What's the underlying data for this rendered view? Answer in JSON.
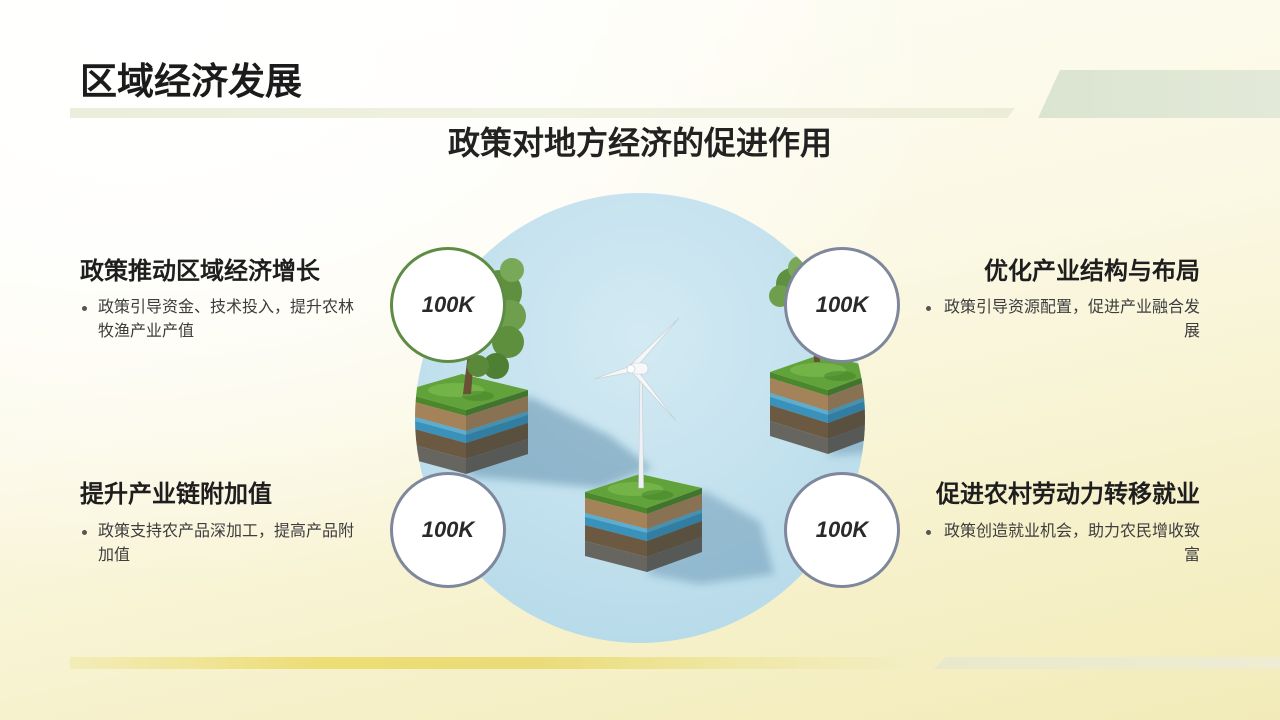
{
  "slide": {
    "title": "区域经济发展",
    "subtitle": "政策对地方经济的促进作用"
  },
  "points": [
    {
      "heading": "政策推动区域经济增长",
      "bullet": "政策引导资金、技术投入，提升农林牧渔产业产值",
      "stat": "100K",
      "stat_border": "#5f8c45"
    },
    {
      "heading": "优化产业结构与布局",
      "bullet": "政策引导资源配置，促进产业融合发展",
      "stat": "100K",
      "stat_border": "#7e879b"
    },
    {
      "heading": "提升产业链附加值",
      "bullet": "政策支持农产品深加工，提高产品附加值",
      "stat": "100K",
      "stat_border": "#7e879b"
    },
    {
      "heading": "促进农村劳动力转移就业",
      "bullet": "政策创造就业机会，助力农民增收致富",
      "stat": "100K",
      "stat_border": "#7e879b"
    }
  ],
  "colors": {
    "hero_circle_light": "#d3eaf3",
    "hero_circle": "#b8dbea",
    "accent_yellow": "#ecdd74",
    "accent_green": "#5f8c45"
  }
}
